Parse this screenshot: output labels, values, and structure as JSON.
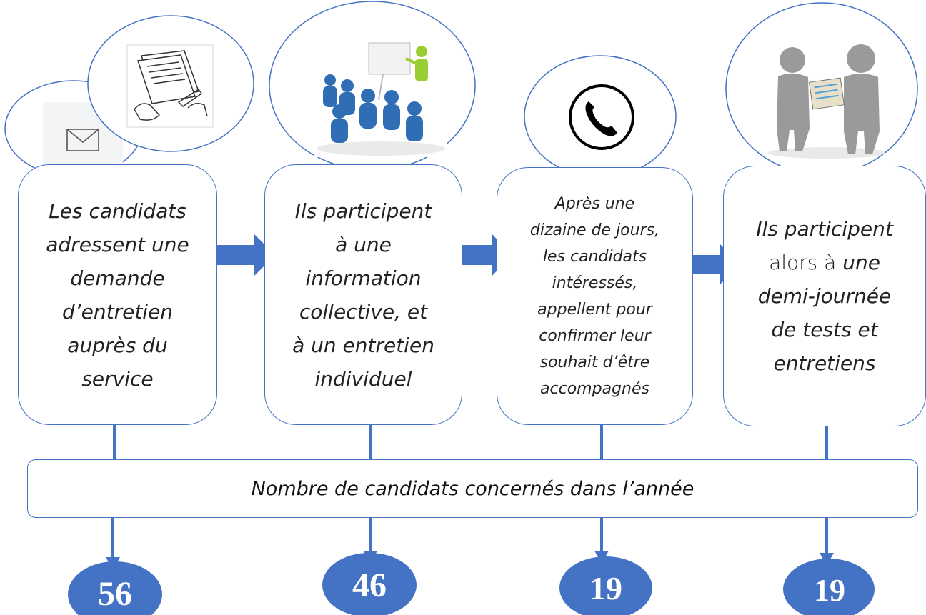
{
  "steps": [
    {
      "lines": [
        "Les candidats",
        "adressent une",
        "demande",
        "d’entretien",
        "auprès du",
        "service"
      ],
      "icons": [
        "envelope-icon",
        "signing-document-icon"
      ]
    },
    {
      "lines": [
        "Ils participent",
        "à une",
        "information",
        "collective, et",
        "à un entretien",
        "individuel"
      ],
      "icons": [
        "group-presentation-icon"
      ]
    },
    {
      "lines": [
        "Après une",
        "dizaine de jours,",
        "les candidats",
        "intéressés,",
        "appellent pour",
        "confirmer leur",
        "souhait d’être",
        "accompagnés"
      ],
      "icons": [
        "phone-icon"
      ]
    },
    {
      "line1": "Ils participent",
      "line2_pre": "alors à ",
      "line2_post": "une",
      "rest": [
        "demi-journée",
        "de tests et",
        "entretiens"
      ],
      "icons": [
        "interview-figures-icon"
      ]
    }
  ],
  "count_label": "Nombre de candidats concernés dans l’année",
  "counts": [
    "56",
    "46",
    "19",
    "19"
  ],
  "colors": {
    "accent": "#4472c4",
    "arrow": "#4472c4",
    "circle_fill": "#4472c4",
    "text": "#222222"
  }
}
